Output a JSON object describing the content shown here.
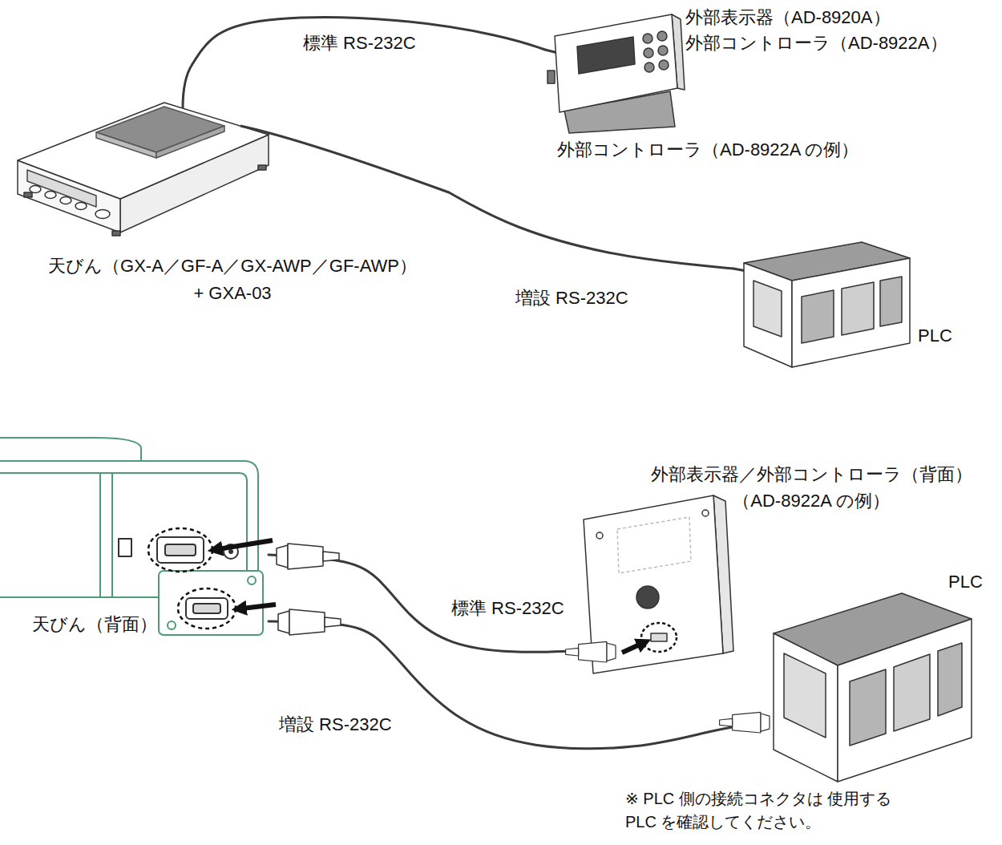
{
  "diagram": {
    "nodes": [
      {
        "text": [
          "天びん（GX-A／GF-A／GX-AWP／GF-AWP）",
          "+ GXA-03"
        ]
      },
      {
        "text": [
          "外部表示器（AD-8920A）",
          "外部コントローラ（AD-8922A）",
          "外部コントローラ（AD-8922A の例）"
        ]
      },
      {
        "text": [
          "PLC"
        ]
      },
      {
        "text": [
          "天びん（背面）"
        ]
      },
      {
        "text": [
          "外部表示器／外部コントローラ（背面）",
          "（AD-8922A の例）"
        ]
      },
      {
        "text": [
          "PLC"
        ]
      }
    ],
    "edges": [
      {
        "from": 0,
        "to": 1,
        "arrow": "none",
        "label": "標準 RS-232C"
      },
      {
        "from": 0,
        "to": 2,
        "arrow": "none",
        "label": "増設 RS-232C"
      },
      {
        "from": 3,
        "to": 4,
        "arrow": "none",
        "label": "標準 RS-232C"
      },
      {
        "from": 3,
        "to": 5,
        "arrow": "none",
        "label": "増設 RS-232C"
      }
    ],
    "labels": [
      "※ PLC 側の接続コネクタは 使用する PLC を確認してください。"
    ]
  }
}
